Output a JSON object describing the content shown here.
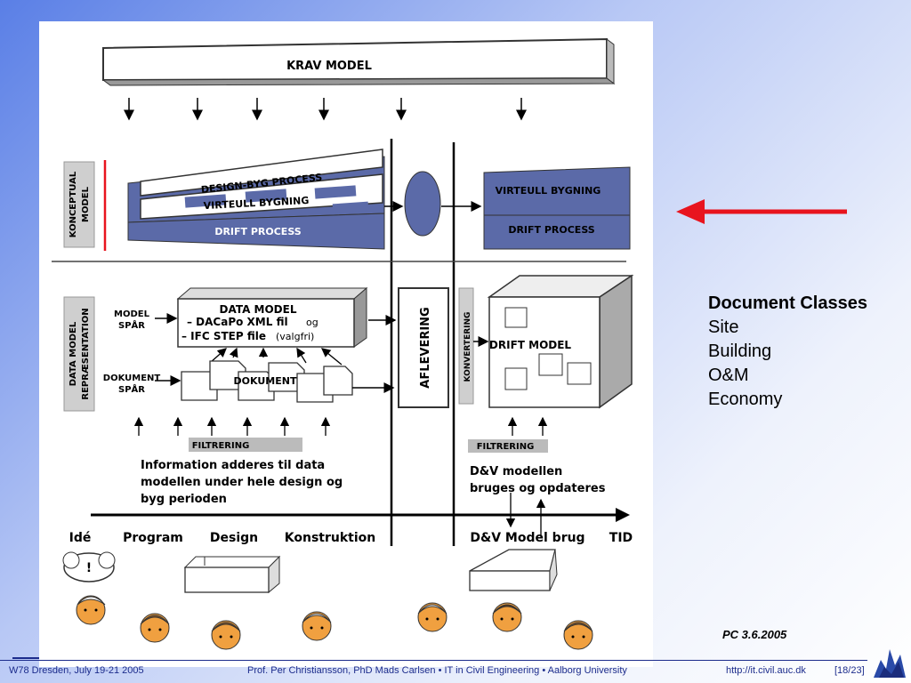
{
  "diagram": {
    "krav_model": "KRAV MODEL",
    "konceptual_model_line1": "KONCEPTUAL",
    "konceptual_model_line2": "MODEL",
    "design_byg_process": "DESIGN-BYG PROCESS",
    "virteull_bygning_left": "VIRTEULL BYGNING",
    "drift_process_left": "DRIFT PROCESS",
    "virteull_bygning_right": "VIRTEULL BYGNING",
    "drift_process_right": "DRIFT PROCESS",
    "data_model_rep_line1": "DATA MODEL",
    "data_model_rep_line2": "REPRÆSENTATION",
    "model_spor_line1": "MODEL",
    "model_spor_line2": "SPÅR",
    "data_model_title": "DATA MODEL",
    "dacapo_line": "– DACaPo XML fil",
    "dacapo_og": "og",
    "ifc_line": "– IFC STEP file",
    "ifc_valgfri": "(valgfri)",
    "dokument_spor_line1": "DOKUMENT",
    "dokument_spor_line2": "SPÅR",
    "dokument_label": "DOKUMENT",
    "aflevering": "AFLEVERING",
    "konvertering": "KONVERTERING",
    "drift_model": "DRIFT MODEL",
    "filtrering_left": "FILTRERING",
    "filtrering_right": "FILTRERING",
    "info_line1": "Information adderes til data",
    "info_line2": "modellen under hele design og",
    "info_line3": "byg perioden",
    "dv_line1": "D&V modellen",
    "dv_line2": "bruges og opdateres",
    "timeline_labels": [
      "Idé",
      "Program",
      "Design",
      "Konstruktion",
      "D&V Model brug",
      "TID"
    ],
    "thought_bubble_text": "!"
  },
  "side_list": {
    "title": "Document Classes",
    "items": [
      "Site",
      "Building",
      "O&M",
      "Economy"
    ]
  },
  "date_label": "PC 3.6.2005",
  "footer": {
    "left": "W78 Dresden, July 19-21 2005",
    "center": "Prof. Per Christiansson, PhD Mads Carlsen • IT in Civil Engineering • Aalborg University",
    "url": "http://it.civil.auc.dk",
    "page": "[18/23]"
  },
  "colors": {
    "accent_blue": "#5b6aa8",
    "arrow_red": "#e8141e",
    "footer_text": "#1c2c8c"
  }
}
